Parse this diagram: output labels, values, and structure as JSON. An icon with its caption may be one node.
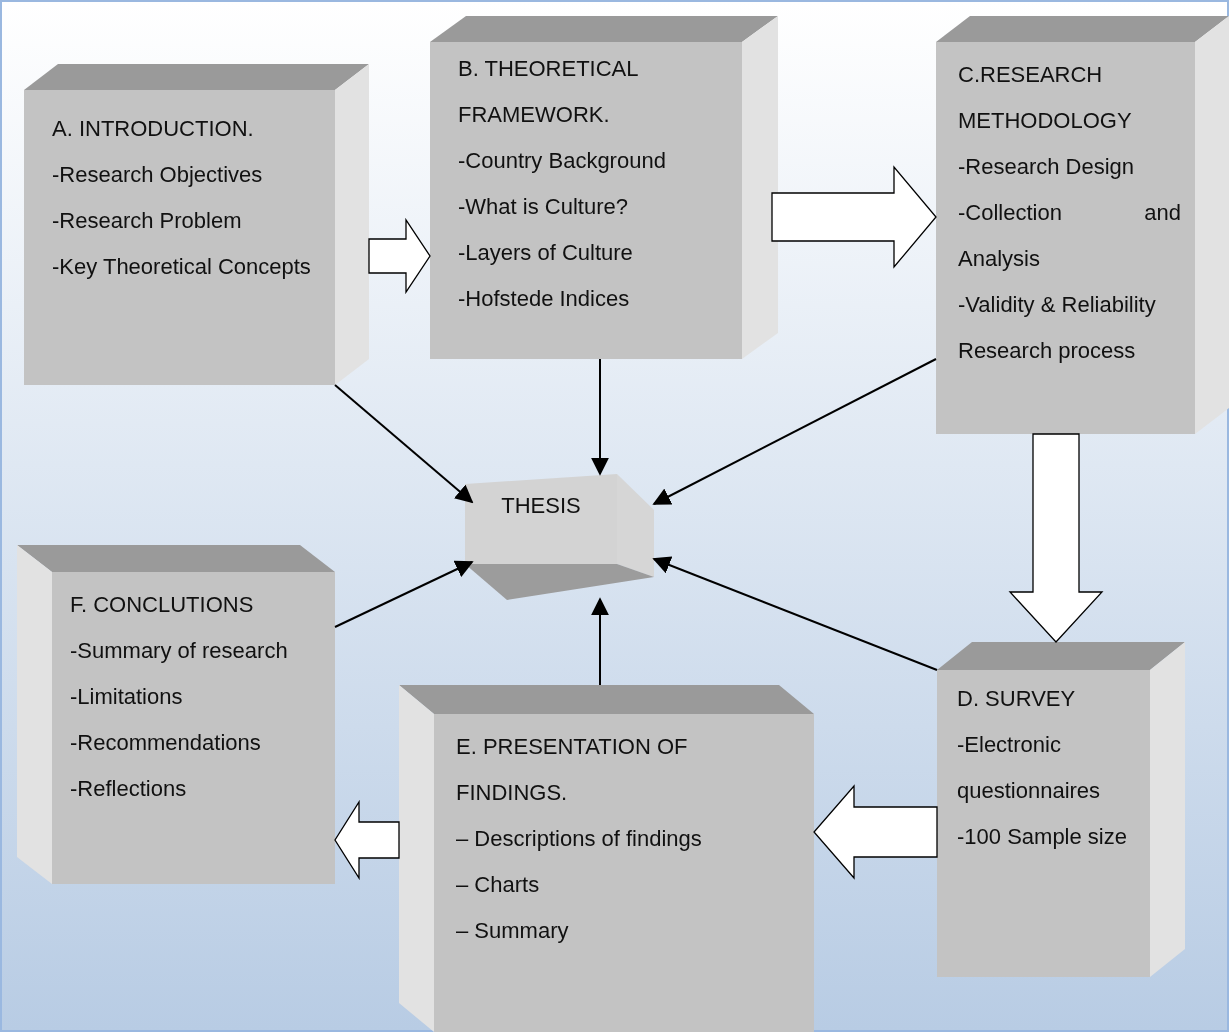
{
  "diagram": {
    "nodes": [
      {
        "text": [
          "A. INTRODUCTION.",
          "-Research Objectives",
          "-Research Problem",
          "-Key Theoretical Concepts"
        ]
      },
      {
        "text": [
          "B. THEORETICAL FRAMEWORK.",
          "-Country Background",
          "-What is Culture?",
          "-Layers of Culture",
          "-Hofstede Indices"
        ]
      },
      {
        "text": [
          "C.RESEARCH METHODOLOGY",
          "-Research Design",
          "-Collection and Analysis",
          "-Validity & Reliability",
          "Research process"
        ]
      },
      {
        "text": [
          "THESIS"
        ]
      },
      {
        "text": [
          "F. CONCLUTIONS",
          "-Summary of research",
          "-Limitations",
          "-Recommendations",
          "-Reflections"
        ]
      },
      {
        "text": [
          "D. SURVEY",
          "-Electronic questionnaires",
          "-100 Sample size"
        ]
      },
      {
        "text": [
          "E. PRESENTATION OF FINDINGS.",
          "– Descriptions of findings",
          "– Charts",
          "– Summary"
        ]
      }
    ],
    "edges": [
      {
        "from": 0,
        "to": 1,
        "arrow": "to",
        "style": "thick"
      },
      {
        "from": 1,
        "to": 2,
        "arrow": "to",
        "style": "thick"
      },
      {
        "from": 2,
        "to": 5,
        "arrow": "to",
        "style": "thick"
      },
      {
        "from": 5,
        "to": 6,
        "arrow": "to",
        "style": "thick"
      },
      {
        "from": 6,
        "to": 4,
        "arrow": "to",
        "style": "thick"
      },
      {
        "from": 0,
        "to": 3,
        "arrow": "to"
      },
      {
        "from": 1,
        "to": 3,
        "arrow": "to"
      },
      {
        "from": 2,
        "to": 3,
        "arrow": "to"
      },
      {
        "from": 4,
        "to": 3,
        "arrow": "to"
      },
      {
        "from": 6,
        "to": 3,
        "arrow": "to"
      },
      {
        "from": 5,
        "to": 3,
        "arrow": "to"
      }
    ]
  }
}
